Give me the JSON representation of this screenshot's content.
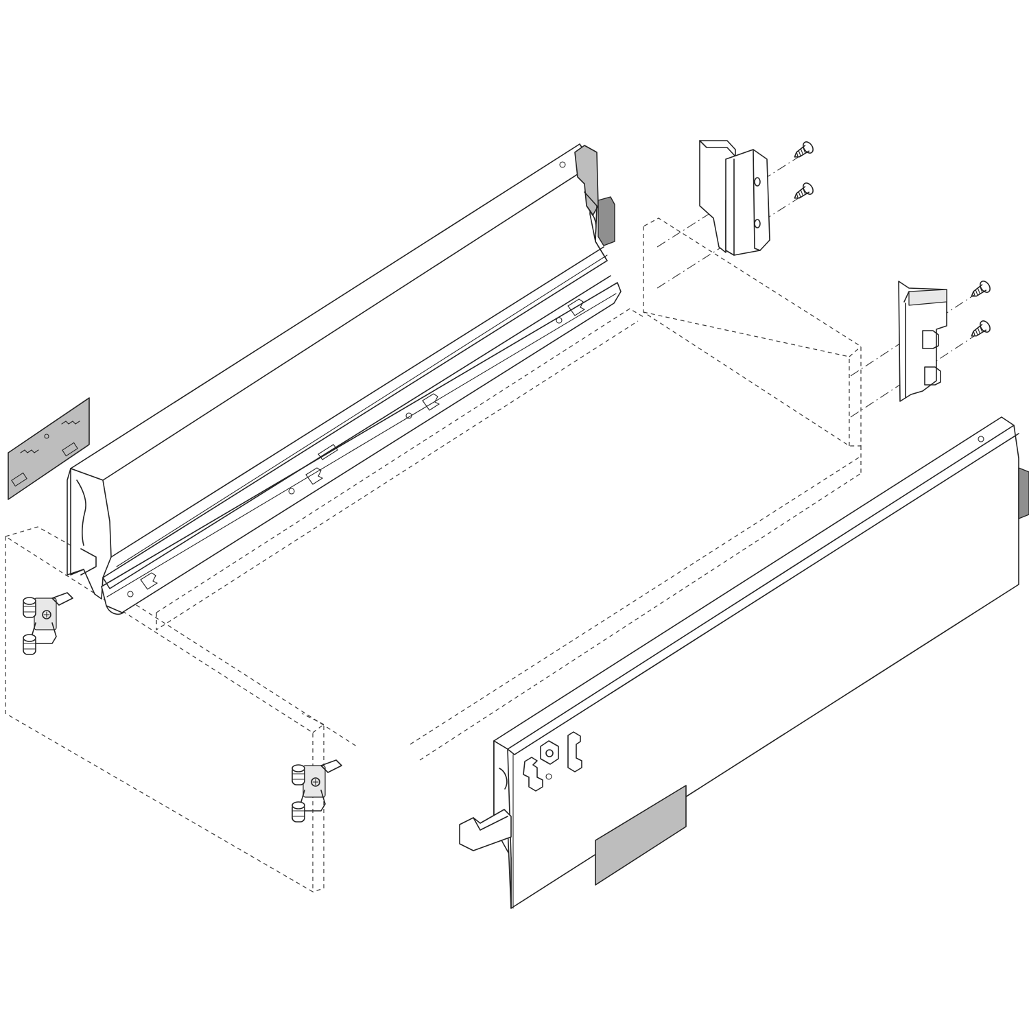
{
  "diagram": {
    "type": "exploded-assembly",
    "colors": {
      "line": "#222222",
      "panel_grey": "#bdbdbd",
      "dark_grey": "#8f8f8f",
      "background": "#ffffff"
    },
    "parts": [
      "left-drawer-side",
      "right-drawer-side",
      "rear-bracket-upper",
      "rear-bracket-lower",
      "screw",
      "front-fixing-bracket",
      "cover-cap-left",
      "cover-cap-right",
      "drawer-front-panel",
      "drawer-back-panel",
      "drawer-bottom-panel"
    ]
  }
}
